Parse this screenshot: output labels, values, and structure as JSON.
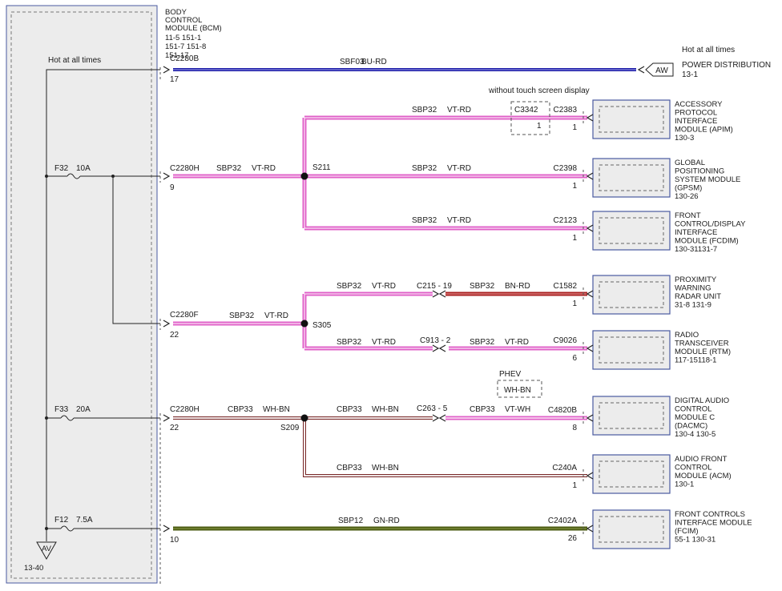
{
  "bcm": {
    "title": [
      "BODY",
      "CONTROL",
      "MODULE (BCM)"
    ],
    "refs": [
      "11-5   151-1",
      "151-7  151-8",
      "151-17"
    ],
    "hot_label": "Hot at all times",
    "ground_label": "AV",
    "ground_ref": "13-40",
    "fuses": [
      {
        "id": "F32",
        "rating": "10A"
      },
      {
        "id": "F33",
        "rating": "20A"
      },
      {
        "id": "F12",
        "rating": "7.5A"
      }
    ],
    "connectors": [
      {
        "name": "C2280B",
        "pin": "17"
      },
      {
        "name": "C2280H",
        "pin": "9"
      },
      {
        "name": "C2280F",
        "pin": "22"
      },
      {
        "name": "C2280H",
        "pin": "22"
      },
      {
        "pin": "10"
      }
    ]
  },
  "power": {
    "hot_label": "Hot at all times",
    "name": "POWER DISTRIBUTION",
    "ref": "13-1",
    "tag": "AW"
  },
  "colors": {
    "blue": "#1c1ca8",
    "pink": "#e060c8",
    "red": "#aa2222",
    "green": "#4a5a10",
    "brown": "#7a2a2a",
    "module_border": "#4a5aa0",
    "panel_fill": "#ececec"
  },
  "splices": [
    "S211",
    "S305",
    "S209"
  ],
  "phev_label": "PHEV",
  "phev_wire": "WH-BN",
  "touch_note": "without touch screen display",
  "touch_conn": {
    "name": "C3342",
    "pin": "1"
  },
  "wires": {
    "w1": {
      "circuit": "SBF03",
      "color": "BU-RD"
    },
    "w_bcm_s211": {
      "circuit": "SBP32",
      "color": "VT-RD"
    },
    "w_apim": {
      "circuit": "SBP32",
      "color": "VT-RD"
    },
    "w_gpsm": {
      "circuit": "SBP32",
      "color": "VT-RD"
    },
    "w_fcdim": {
      "circuit": "SBP32",
      "color": "VT-RD"
    },
    "w_bcm_s305": {
      "circuit": "SBP32",
      "color": "VT-RD"
    },
    "w_prox_a": {
      "circuit": "SBP32",
      "color": "VT-RD"
    },
    "w_prox_b": {
      "circuit": "SBP32",
      "color": "BN-RD"
    },
    "w_rtm_a": {
      "circuit": "SBP32",
      "color": "VT-RD"
    },
    "w_rtm_b": {
      "circuit": "SBP32",
      "color": "VT-RD"
    },
    "w_bcm_s209": {
      "circuit": "CBP33",
      "color": "WH-BN"
    },
    "w_dac_a": {
      "circuit": "CBP33",
      "color": "WH-BN"
    },
    "w_dac_b": {
      "circuit": "CBP33",
      "color": "VT-WH"
    },
    "w_acm": {
      "circuit": "CBP33",
      "color": "WH-BN"
    },
    "w_fcim": {
      "circuit": "SBP12",
      "color": "GN-RD"
    }
  },
  "inline_connectors": [
    {
      "name": "C215 - 19"
    },
    {
      "name": "C913 - 2"
    },
    {
      "name": "C263 - 5"
    }
  ],
  "modules": [
    {
      "lines": [
        "ACCESSORY",
        "PROTOCOL",
        "INTERFACE",
        "MODULE (APIM)"
      ],
      "ref": "130-3",
      "conn": "C2383",
      "pin": "1"
    },
    {
      "lines": [
        "GLOBAL",
        "POSITIONING",
        "SYSTEM MODULE",
        "(GPSM)"
      ],
      "ref": "130-26",
      "conn": "C2398",
      "pin": "1"
    },
    {
      "lines": [
        "FRONT",
        "CONTROL/DISPLAY",
        "INTERFACE",
        "MODULE (FCDIM)"
      ],
      "ref": "130-31131-7",
      "conn": "C2123",
      "pin": "1"
    },
    {
      "lines": [
        "PROXIMITY",
        "WARNING",
        "RADAR UNIT"
      ],
      "ref": "31-8    131-9",
      "conn": "C1582",
      "pin": "1"
    },
    {
      "lines": [
        "RADIO",
        "TRANSCEIVER",
        "MODULE (RTM)"
      ],
      "ref": "117-15118-1",
      "conn": "C9026",
      "pin": "6"
    },
    {
      "lines": [
        "DIGITAL AUDIO",
        "CONTROL",
        "MODULE C",
        "(DACMC)"
      ],
      "ref": "130-4   130-5",
      "conn": "C4820B",
      "pin": "8"
    },
    {
      "lines": [
        "AUDIO FRONT",
        "CONTROL",
        "MODULE (ACM)"
      ],
      "ref": "130-1",
      "conn": "C240A",
      "pin": "1"
    },
    {
      "lines": [
        "FRONT CONTROLS",
        "INTERFACE MODULE",
        "(FCIM)"
      ],
      "ref": "55-1      130-31",
      "conn": "C2402A",
      "pin": "26"
    }
  ]
}
